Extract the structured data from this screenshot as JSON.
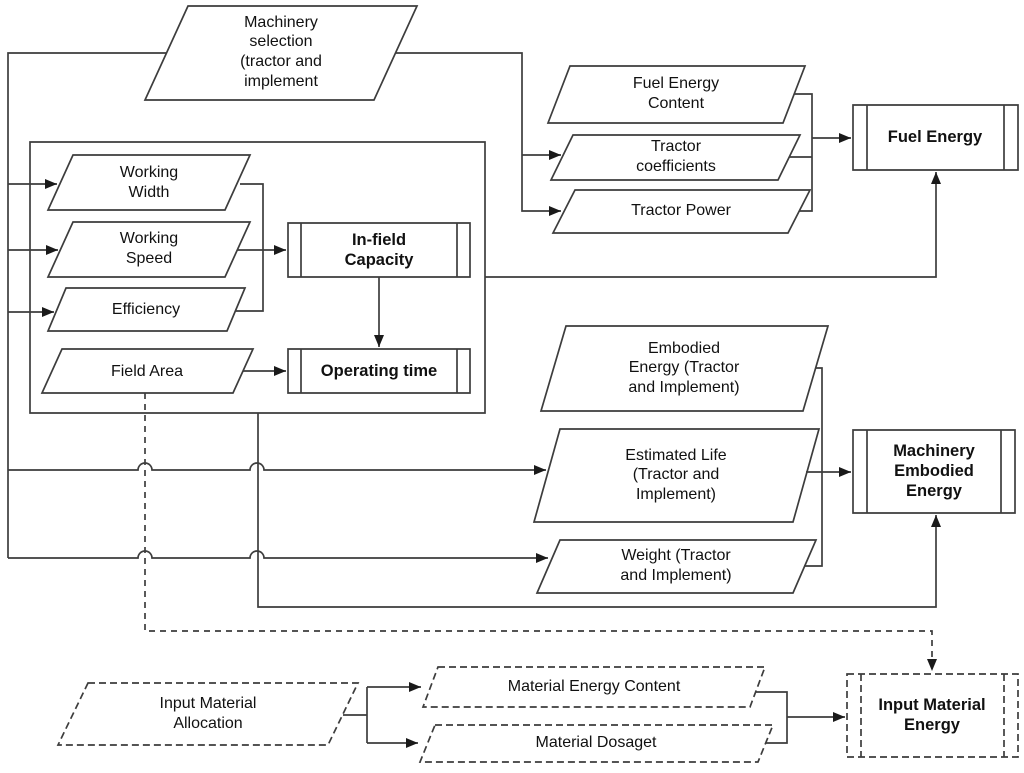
{
  "palette": {
    "line": "#3d3d3d",
    "text": "#111111",
    "background": "#ffffff"
  },
  "nodes": {
    "machinery_selection": {
      "label": "Machinery\nselection\n(tractor and\nimplement"
    },
    "fuel_energy_content": {
      "label": "Fuel Energy\nContent"
    },
    "tractor_coefficients": {
      "label": "Tractor\ncoefficients"
    },
    "tractor_power": {
      "label": "Tractor Power"
    },
    "fuel_energy": {
      "label": "Fuel Energy"
    },
    "working_width": {
      "label": "Working\nWidth"
    },
    "working_speed": {
      "label": "Working\nSpeed"
    },
    "efficiency": {
      "label": "Efficiency"
    },
    "field_area": {
      "label": "Field Area"
    },
    "in_field_capacity": {
      "label": "In-field\nCapacity"
    },
    "operating_time": {
      "label": "Operating time"
    },
    "embodied_energy": {
      "label": "Embodied\nEnergy (Tractor\nand Implement)"
    },
    "estimated_life": {
      "label": "Estimated Life\n(Tractor and\nImplement)"
    },
    "weight": {
      "label": "Weight (Tractor\nand Implement)"
    },
    "machinery_embodied_energy": {
      "label": "Machinery\nEmbodied\nEnergy"
    },
    "input_material_allocation": {
      "label": "Input Material\nAllocation"
    },
    "material_energy_content": {
      "label": "Material Energy Content"
    },
    "material_dosaget": {
      "label": "Material Dosaget"
    },
    "input_material_energy": {
      "label": "Input Material\nEnergy"
    }
  }
}
